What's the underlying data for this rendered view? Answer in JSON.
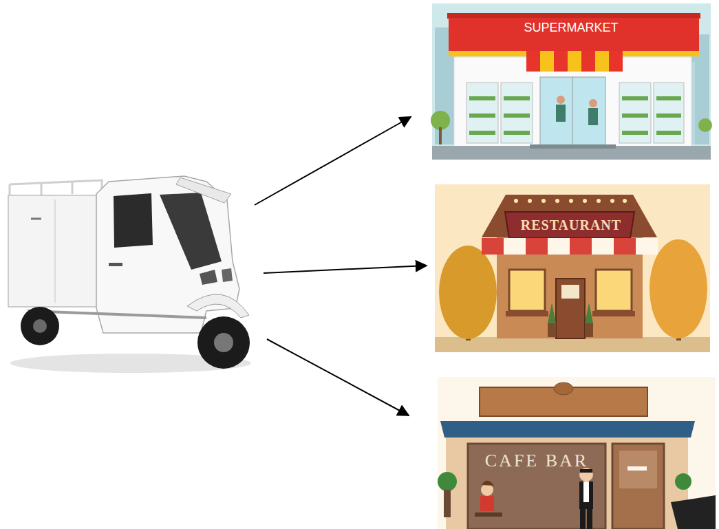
{
  "diagram": {
    "nodes": [
      {
        "text": [
          "SUPERMARKET"
        ]
      },
      {
        "text": [
          "RESTAURANT"
        ]
      },
      {
        "text": [
          "CAFE BAR"
        ]
      }
    ]
  }
}
